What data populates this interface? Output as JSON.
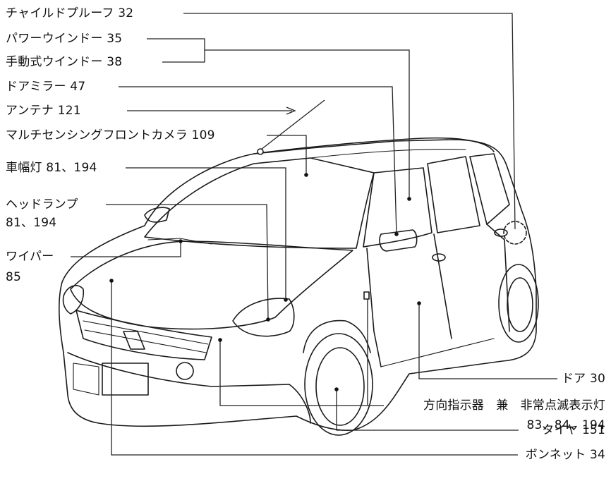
{
  "labels": {
    "child_lock": "チャイルドプルーフ 32",
    "power_window": "パワーウインドー 35",
    "manual_window": "手動式ウインドー 38",
    "door_mirror": "ドアミラー 47",
    "antenna": "アンテナ 121",
    "camera": "マルチセンシングフロントカメラ 109",
    "side_lamp": "車幅灯 81、194",
    "headlamp_line1": "ヘッドランプ",
    "headlamp_line2": "81、194",
    "wiper_line1": "ワイパー",
    "wiper_line2": "85",
    "door": "ドア 30",
    "turn_signal_line1": "方向指示器　兼　非常点滅表示灯",
    "turn_signal_line2": "83、84、194",
    "tire": "タイヤ 151",
    "bonnet": "ボンネット 34"
  }
}
